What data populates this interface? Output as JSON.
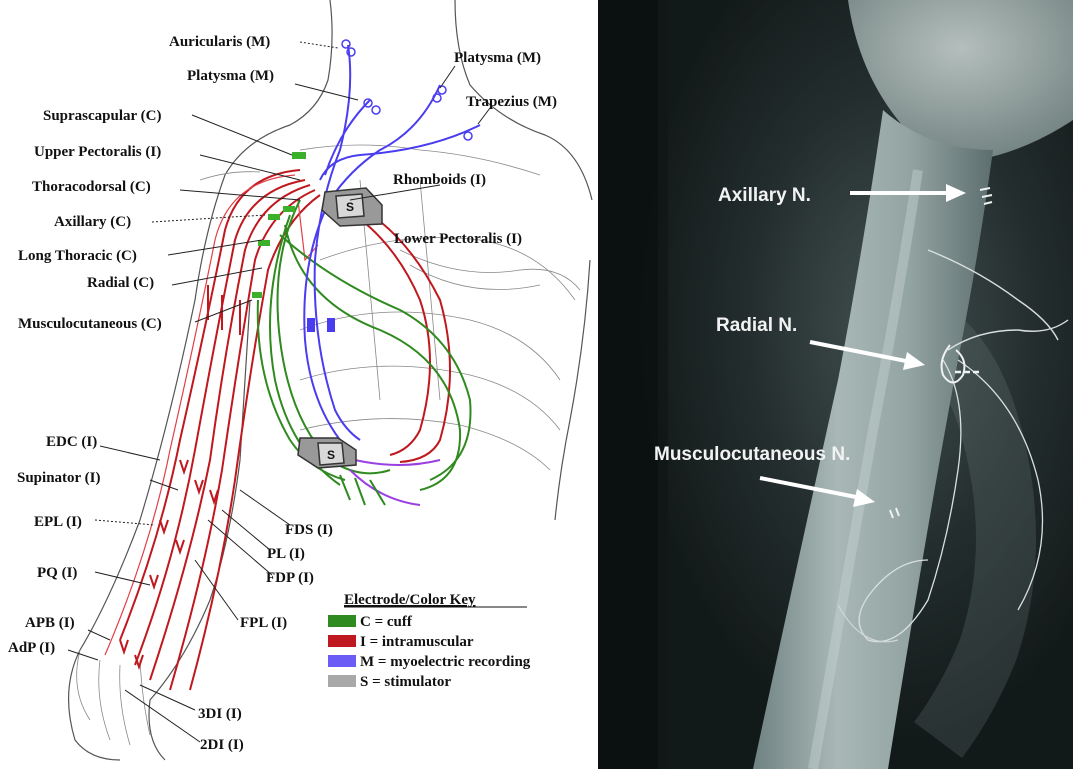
{
  "diagram": {
    "labels": {
      "auricularis": "Auricularis (M)",
      "platysma_left": "Platysma (M)",
      "platysma_right": "Platysma (M)",
      "trapezius": "Trapezius (M)",
      "suprascapular": "Suprascapular (C)",
      "upper_pectoralis": "Upper Pectoralis (I)",
      "thoracodorsal": "Thoracodorsal (C)",
      "rhomboids": "Rhomboids (I)",
      "axillary": "Axillary (C)",
      "lower_pectoralis": "Lower Pectoralis (I)",
      "long_thoracic": "Long Thoracic (C)",
      "radial": "Radial (C)",
      "musculocutaneous": "Musculocutaneous (C)",
      "edc": "EDC (I)",
      "supinator": "Supinator (I)",
      "epl": "EPL (I)",
      "fds": "FDS (I)",
      "pl": "PL (I)",
      "fdp": "FDP (I)",
      "pq": "PQ (I)",
      "fpl": "FPL (I)",
      "apb": "APB (I)",
      "adp": "AdP (I)",
      "di3": "3DI (I)",
      "di2": "2DI (I)",
      "stim_upper": "S",
      "stim_lower": "S"
    },
    "key": {
      "title": "Electrode/Color Key",
      "items": [
        {
          "label": "C = cuff",
          "color": "#2f8a1f"
        },
        {
          "label": "I = intramuscular",
          "color": "#c0181f"
        },
        {
          "label": "M = myoelectric recording",
          "color": "#6a5cf5"
        },
        {
          "label": "S = stimulator",
          "color": "#a8a8a8"
        }
      ]
    }
  },
  "xray": {
    "labels": {
      "axillary": "Axillary N.",
      "radial": "Radial N.",
      "musculocutaneous": "Musculocutaneous N."
    }
  }
}
